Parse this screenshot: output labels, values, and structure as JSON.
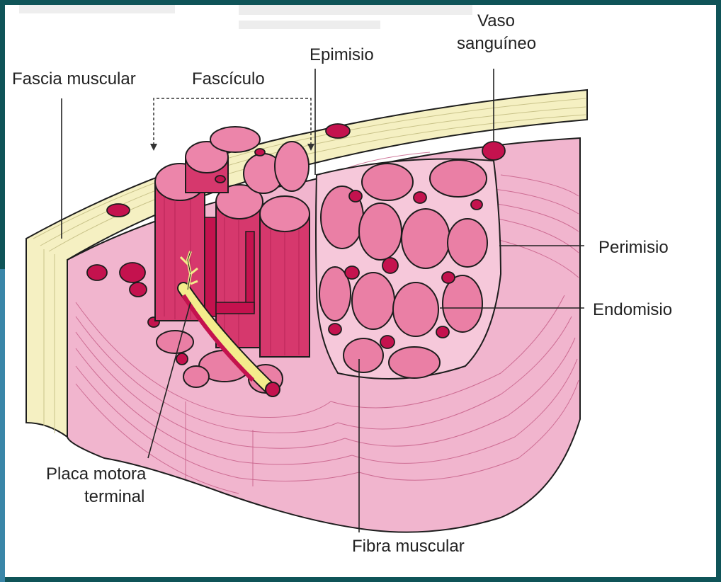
{
  "labels": {
    "fascia": "Fascia muscular",
    "fasciculo": "Fascículo",
    "epimisio": "Epimisio",
    "vaso_line1": "Vaso",
    "vaso_line2": "sanguíneo",
    "perimisio": "Perimisio",
    "endomisio": "Endomisio",
    "placa_line1": "Placa motora",
    "placa_line2": "terminal",
    "fibra": "Fibra muscular"
  },
  "colors": {
    "frame": "#0f5458",
    "fascia": "#f5f0c2",
    "tissue": "#f1b5ce",
    "fiber": "#ea7fa5",
    "vessel": "#c4124e",
    "nerve": "#f4ec8c"
  }
}
